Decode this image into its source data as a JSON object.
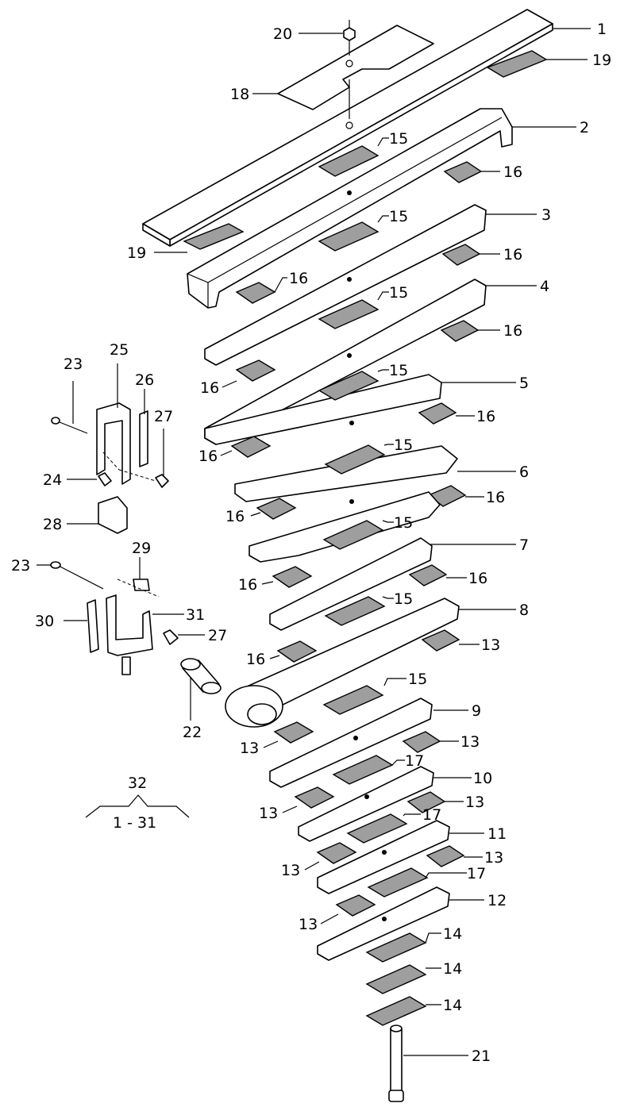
{
  "diagram": {
    "labels": {
      "l1": "1",
      "l2": "2",
      "l3": "3",
      "l4": "4",
      "l5": "5",
      "l6": "6",
      "l7": "7",
      "l8": "8",
      "l9": "9",
      "l10": "10",
      "l11": "11",
      "l12": "12",
      "l13": "13",
      "l14": "14",
      "l15": "15",
      "l16": "16",
      "l17": "17",
      "l18": "18",
      "l19": "19",
      "l20": "20",
      "l21": "21",
      "l22": "22",
      "l23": "23",
      "l24": "24",
      "l25": "25",
      "l26": "26",
      "l27": "27",
      "l28": "28",
      "l29": "29",
      "l30": "30",
      "l31": "31",
      "l32": "32"
    },
    "assembly_range": "1 - 31"
  }
}
